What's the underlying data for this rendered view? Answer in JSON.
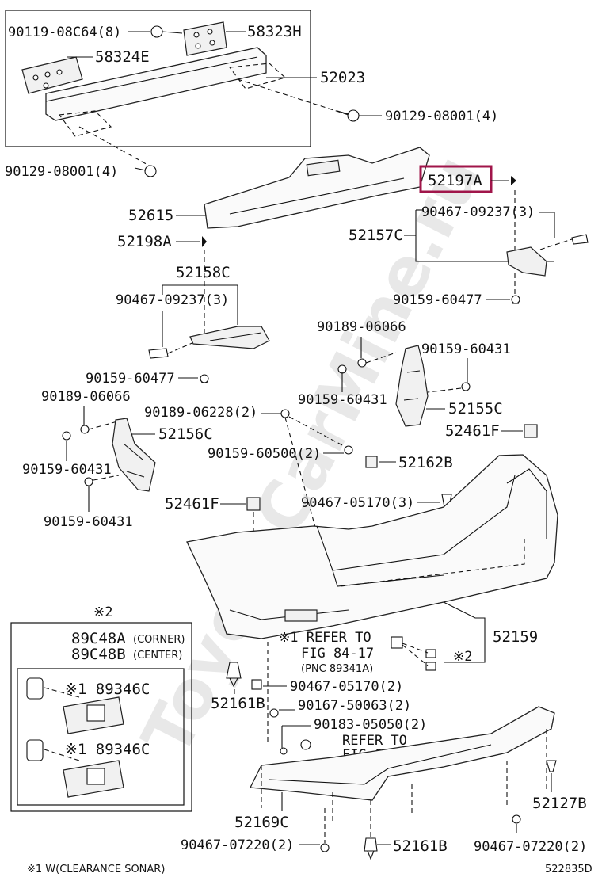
{
  "watermark": "ToyotaCarMine.ru",
  "highlight_color": "#a0154a",
  "labels": {
    "p90119": "90119-08C64(8)",
    "p58323H": "58323H",
    "p58324E": "58324E",
    "p52023": "52023",
    "p90129a": "90129-08001(4)",
    "p90129b": "90129-08001(4)",
    "p52197A": "52197A",
    "p52615": "52615",
    "p90467a": "90467-09237(3)",
    "p52157C": "52157C",
    "p52198A": "52198A",
    "p52158C": "52158C",
    "p90467b": "90467-09237(3)",
    "p90159a": "90159-60477",
    "p90189a": "90189-06066",
    "p90159b": "90159-60431",
    "p90159c": "90159-60477",
    "p90159d": "90159-60431",
    "p52155C": "52155C",
    "p90189b": "90189-06066",
    "p90189c": "90189-06228(2)",
    "p52461Fa": "52461F",
    "p52156C": "52156C",
    "p90159e": "90159-60500(2)",
    "p52162B": "52162B",
    "p90159f": "90159-60431",
    "p52461Fb": "52461F",
    "p90467c": "90467-05170(3)",
    "p90159g": "90159-60431",
    "note2a": "※2",
    "p89C48A": "89C48A",
    "corner": "(CORNER)",
    "p89C48B": "89C48B",
    "center": "(CENTER)",
    "p89346Ca": "※1 89346C",
    "p89346Cb": "※1 89346C",
    "refer1a": "※1 REFER TO",
    "refer1b": "FIG 84-17",
    "refer1c": "(PNC 89341A)",
    "note2b": "※2",
    "p52159": "52159",
    "p90467d": "90467-05170(2)",
    "p52161Ba": "52161B",
    "p90167": "90167-50063(2)",
    "p90183": "90183-05050(2)",
    "refer2a": "REFER TO",
    "refer2b": "FIG 81-15",
    "p52127B": "52127B",
    "p52169C": "52169C",
    "p90467e": "90467-07220(2)",
    "p52161Bb": "52161B",
    "p90467f": "90467-07220(2)",
    "footnote": "※1 W(CLEARANCE SONAR)",
    "diagram_code": "522835D"
  }
}
